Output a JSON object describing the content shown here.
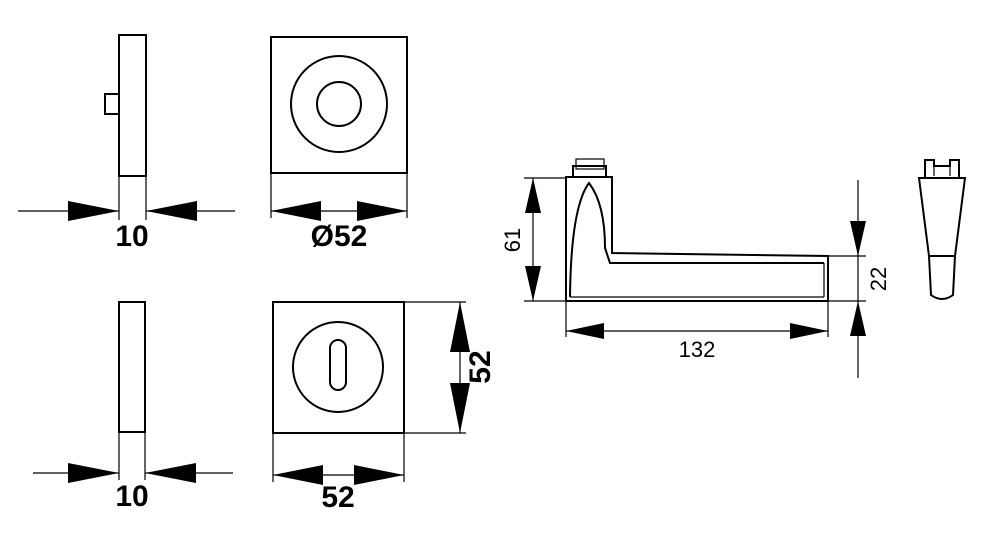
{
  "dimensions": {
    "rosette_side_thickness": "10",
    "rosette_front_diameter": "Ø52",
    "escutcheon_side_thickness": "10",
    "escutcheon_width": "52",
    "escutcheon_height": "52",
    "lever_height": "61",
    "lever_length": "132",
    "lever_grip_height": "22"
  },
  "colors": {
    "line": "#000000",
    "background": "#ffffff"
  }
}
